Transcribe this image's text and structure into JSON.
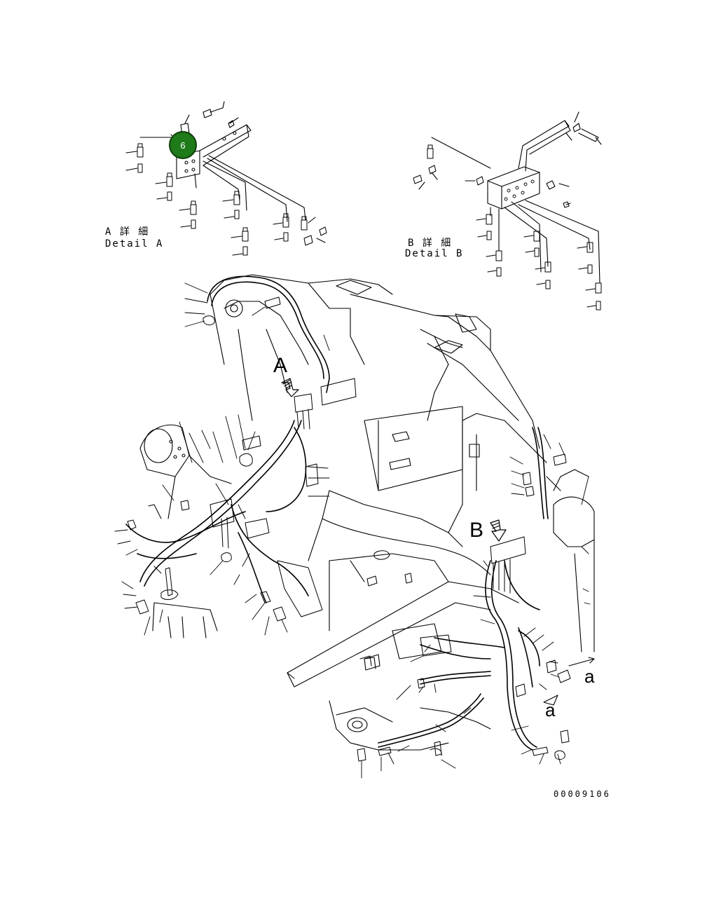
{
  "callout": {
    "number": "6",
    "color": "#1f7a1a",
    "border_color": "#0d3d0b"
  },
  "details": {
    "a": {
      "jp": "A 詳 細",
      "en": "Detail A"
    },
    "b": {
      "jp": "B 詳 細",
      "en": "Detail B"
    }
  },
  "view_markers": {
    "a_arrow": "A",
    "b_arrow": "B",
    "ref_a_top": "a",
    "ref_a_bottom": "a"
  },
  "drawing_number": "00009106",
  "colors": {
    "line": "#000000",
    "background": "#ffffff"
  }
}
